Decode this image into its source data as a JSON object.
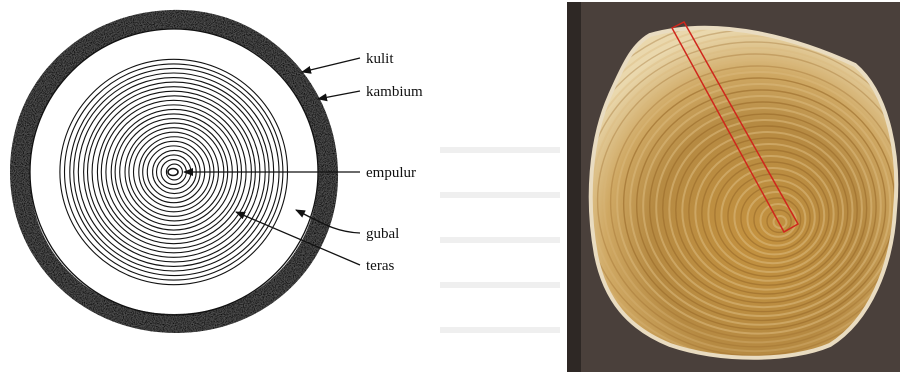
{
  "labels": {
    "kulit": "kulit",
    "kambium": "kambium",
    "empulur": "empulur",
    "gubal": "gubal",
    "teras": "teras"
  },
  "colors": {
    "ink": "#111111",
    "bark": "#5e5e5e",
    "photo_background": "#4a403b",
    "sapwood": "#e9d6a9",
    "heartwood": "#b98a3e",
    "ring_line": "#8a5a1c",
    "highlight_box": "#d0261c"
  },
  "icons": {
    "pointer": "arrowhead-icon"
  }
}
